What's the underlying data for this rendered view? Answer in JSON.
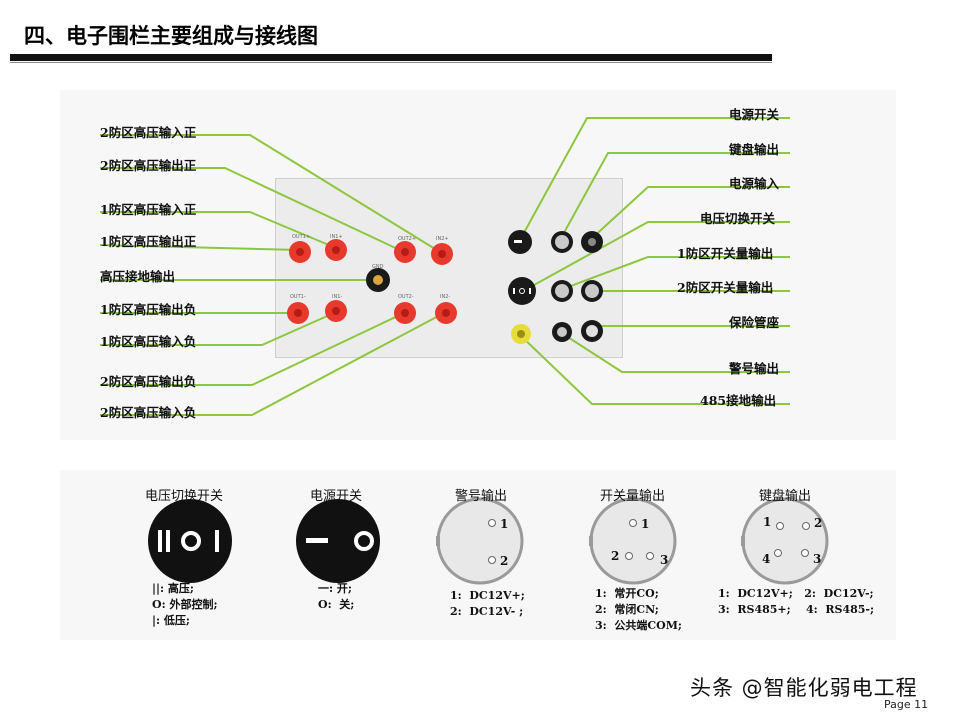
{
  "title": "四、电子围栏主要组成与接线图",
  "left_labels": {
    "zone2_hv_in_pos": "2防区高压输入正",
    "zone2_hv_out_pos": "2防区高压输出正",
    "zone1_hv_in_pos": "1防区高压输入正",
    "zone1_hv_out_pos": "1防区高压输出正",
    "hv_ground_out": "高压接地输出",
    "zone1_hv_out_neg": "1防区高压输出负",
    "zone1_hv_in_neg": "1防区高压输入负",
    "zone2_hv_out_neg": "2防区高压输出负",
    "zone2_hv_in_neg": "2防区高压输入负"
  },
  "right_labels": {
    "power_switch": "电源开关",
    "keyboard_out": "键盘输出",
    "power_in": "电源输入",
    "voltage_switch": "电压切换开关",
    "zone1_switch_out": "1防区开关量输出",
    "zone2_switch_out": "2防区开关量输出",
    "fuse_holder": "保险管座",
    "alarm_out": "警号输出",
    "rs485_ground_out": "485接地输出"
  },
  "panel_labels": {
    "out2_plus": "OUT2+",
    "in2_plus": "IN2+",
    "out1_plus": "OUT1+",
    "in1_plus": "IN1+",
    "gnd": "GND",
    "out1_minus": "OUT1-",
    "in1_minus": "IN1-",
    "out2_minus": "OUT2-",
    "in2_minus": "IN2-"
  },
  "icons": {
    "voltage_switch": {
      "title": "电压切换开关",
      "glyph": "II O I",
      "legend": "||: 高压;\nO: 外部控制;\n|: 低压;"
    },
    "power_switch": {
      "title": "电源开关",
      "legend": "一: 开;\nO:  关;"
    },
    "alarm_out": {
      "title": "警号输出",
      "pins": [
        "1",
        "2"
      ],
      "legend": "1:  DC12V+;\n2:  DC12V- ;"
    },
    "switch_out": {
      "title": "开关量输出",
      "pins": [
        "1",
        "2",
        "3"
      ],
      "legend": "1:  常开CO;\n2:  常闭CN;\n3:  公共端COM;"
    },
    "keyboard_out": {
      "title": "键盘输出",
      "pins": [
        "1",
        "2",
        "4",
        "3"
      ],
      "legend": "1:  DC12V+;   2:  DC12V-;\n3:  RS485+;    4:  RS485-;"
    }
  },
  "watermark": "头条 @智能化弱电工程",
  "page": "Page 11",
  "colors": {
    "leader_line": "#8dc63f",
    "terminal_red": "#e8392d",
    "panel": "#ececec"
  }
}
